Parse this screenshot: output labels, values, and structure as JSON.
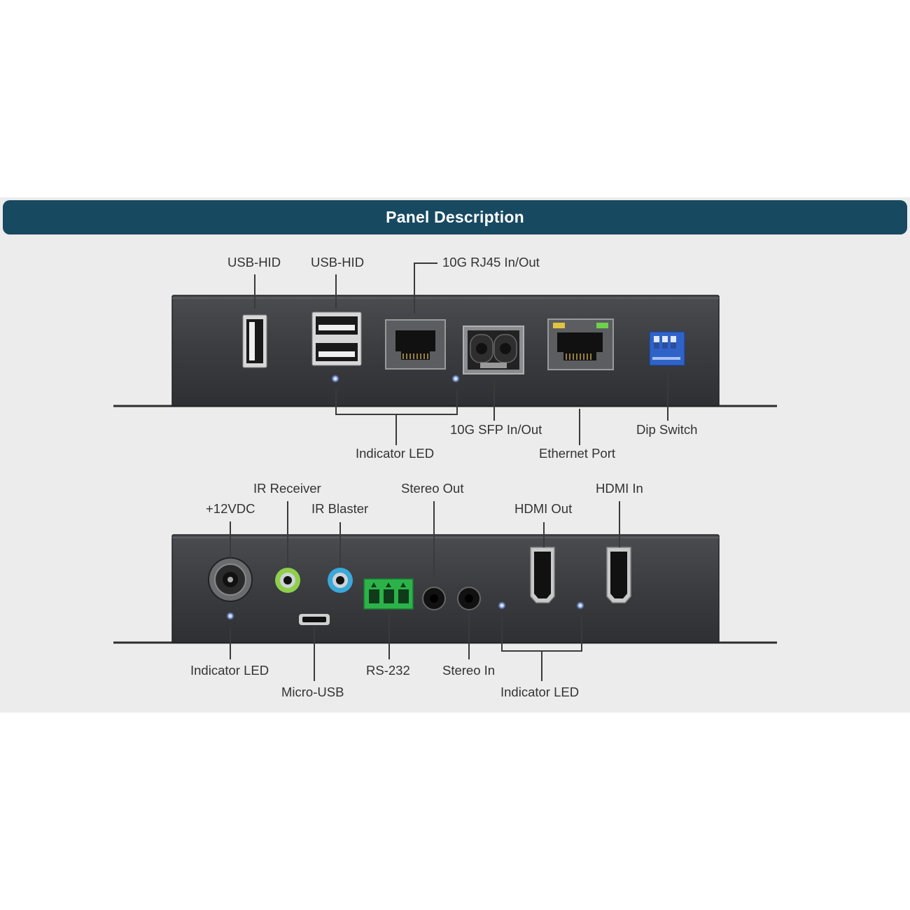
{
  "header": {
    "title": "Panel Description"
  },
  "colors": {
    "banner": "#174961",
    "device": "#3a3c40",
    "background": "#ececec",
    "led": "#8fb4ff"
  },
  "front_panel": {
    "usb_hid_single": "USB-HID",
    "usb_hid_dual": "USB-HID",
    "rj45": "10G RJ45 In/Out",
    "indicator_led": "Indicator LED",
    "sfp": "10G SFP In/Out",
    "ethernet": "Ethernet Port",
    "dip_switch": "Dip Switch"
  },
  "rear_panel": {
    "power": "+12VDC",
    "ir_receiver": "IR Receiver",
    "ir_blaster": "IR Blaster",
    "stereo_out": "Stereo Out",
    "hdmi_out": "HDMI Out",
    "hdmi_in": "HDMI In",
    "indicator_led_left": "Indicator LED",
    "micro_usb": "Micro-USB",
    "rs232": "RS-232",
    "stereo_in": "Stereo In",
    "indicator_led_right": "Indicator LED"
  }
}
